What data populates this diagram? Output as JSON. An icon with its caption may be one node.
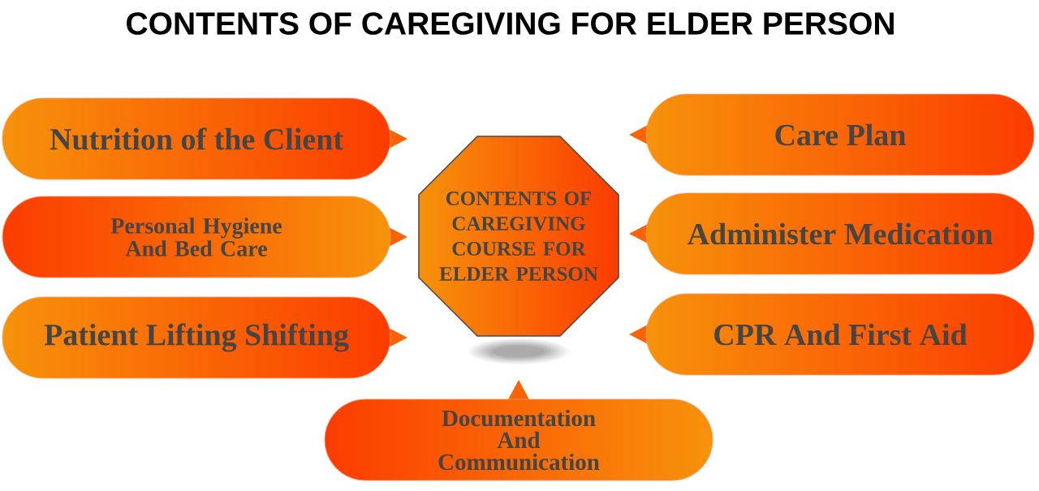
{
  "diagram": {
    "title": "CONTENTS OF CAREGIVING FOR ELDER PERSON",
    "nodes": [
      {
        "text": [
          "Nutrition of the Client"
        ]
      },
      {
        "text": [
          "Care Plan"
        ]
      },
      {
        "text": [
          "Personal Hygiene And Bed Care"
        ]
      },
      {
        "text": [
          "CONTENTS OF CAREGIVING COURSE FOR ELDER PERSON"
        ]
      },
      {
        "text": [
          "Administer Medication"
        ]
      },
      {
        "text": [
          "Patient Lifting Shifting"
        ]
      },
      {
        "text": [
          "CPR And First Aid"
        ]
      },
      {
        "text": [
          "Documentation And Communication"
        ]
      }
    ]
  }
}
